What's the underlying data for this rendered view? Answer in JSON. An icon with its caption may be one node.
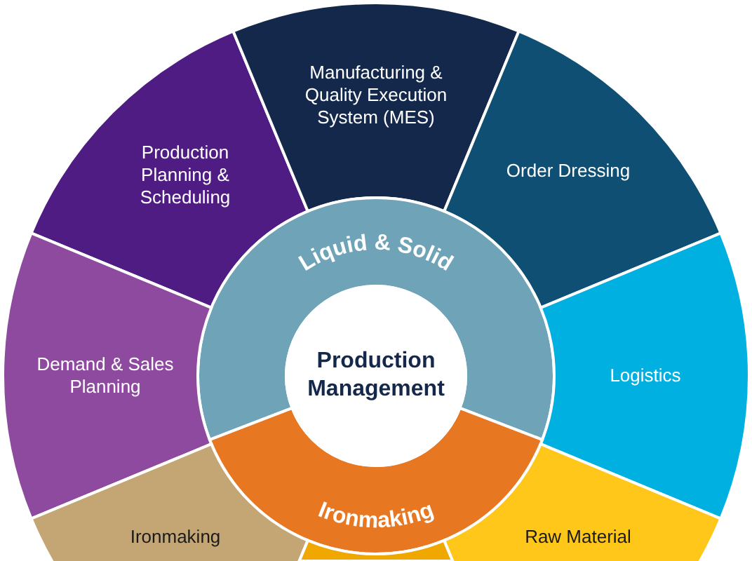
{
  "diagram": {
    "nodes": [
      {
        "text": [
          "Production Planning & Scheduling"
        ]
      },
      {
        "text": [
          "Manufacturing & Quality Execution System (MES)"
        ]
      },
      {
        "text": [
          "Order Dressing"
        ]
      },
      {
        "text": [
          "Liquid & Solid"
        ]
      },
      {
        "text": [
          "Demand & Sales Planning"
        ]
      },
      {
        "text": [
          "Production Management"
        ]
      },
      {
        "text": [
          "Logistics"
        ]
      },
      {
        "text": [
          "Ironmaking"
        ]
      },
      {
        "text": [
          "Ironmaking"
        ]
      },
      {
        "text": [],
        "shape": "sector"
      },
      {
        "text": [
          "Raw Material"
        ]
      }
    ]
  }
}
